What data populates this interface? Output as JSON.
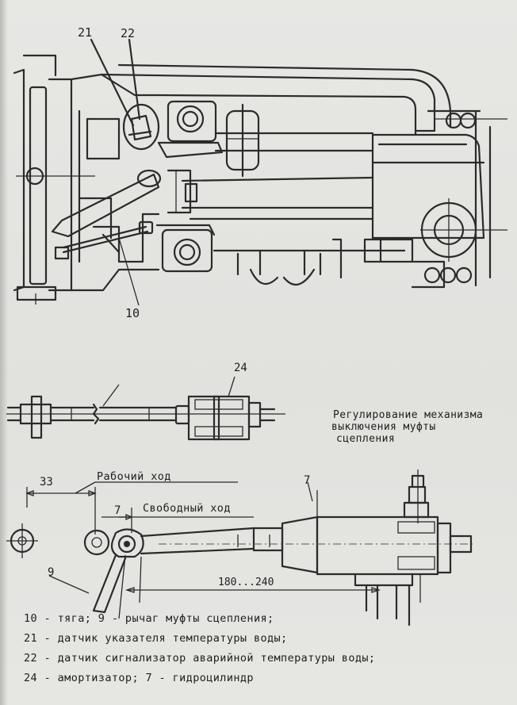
{
  "labels": {
    "part_21": "21",
    "part_22": "22",
    "part_10": "10",
    "part_24": "24",
    "part_7": "7",
    "part_9": "9"
  },
  "dimensions": {
    "d33": "33",
    "d7": "7",
    "d180_240": "180...240",
    "working_stroke": "Рабочий ход",
    "free_stroke": "Свободный ход"
  },
  "caption": {
    "line1": "Регулирование механизма",
    "line2": "выключения муфты",
    "line3": "сцепления"
  },
  "legend": [
    "10 - тяга; 9 - рычаг муфты сцепления;",
    "21 - датчик указателя температуры воды;",
    "22 - датчик сигнализатор аварийной температуры воды;",
    "24 - амортизатор; 7 - гидроцилиндр"
  ]
}
